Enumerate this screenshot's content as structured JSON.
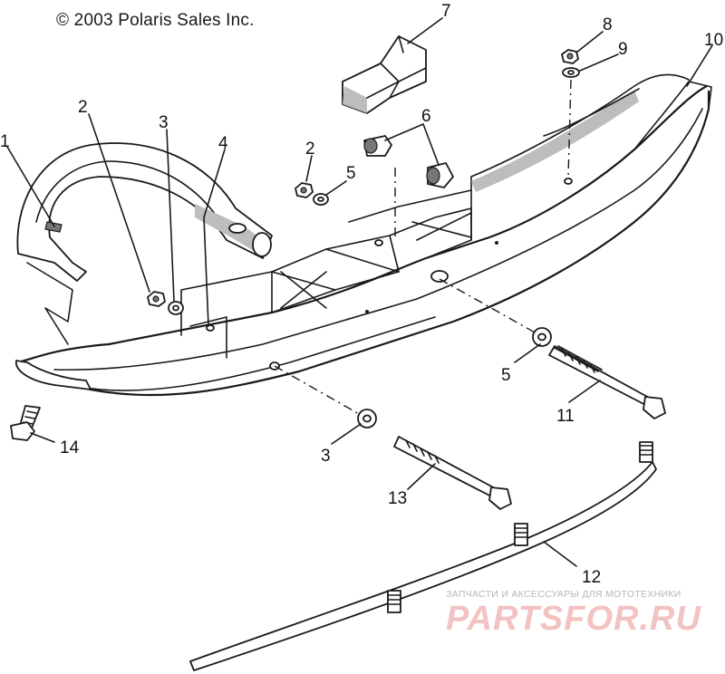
{
  "copyright": "© 2003 Polaris Sales Inc.",
  "callouts": {
    "c1": "1",
    "c2a": "2",
    "c2b": "2",
    "c3a": "3",
    "c3b": "3",
    "c4": "4",
    "c5a": "5",
    "c5b": "5",
    "c6": "6",
    "c7": "7",
    "c8": "8",
    "c9": "9",
    "c10": "10",
    "c11": "11",
    "c12": "12",
    "c13": "13",
    "c14": "14"
  },
  "watermark": {
    "tagline": "ЗАПЧАСТИ И АКСЕССУАРЫ ДЛЯ МОТОТЕХНИКИ",
    "brand": "PARTSFOR.RU"
  }
}
